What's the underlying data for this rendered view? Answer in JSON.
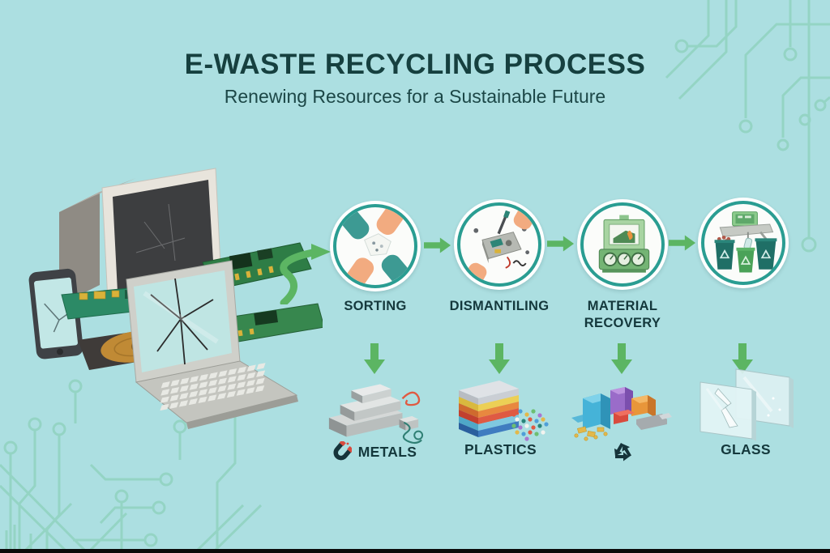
{
  "header": {
    "title": "E-WASTE RECYCLING PROCESS",
    "subtitle": "Renewing Resources for a Sustainable Future"
  },
  "process": {
    "steps": [
      {
        "label": "SORTING",
        "icon": "sorting-hands-icon"
      },
      {
        "label": "DISMANTILING",
        "icon": "dismantling-parts-icon"
      },
      {
        "label": "MATERIAL RECOVERY",
        "icon": "recovery-machine-icon"
      },
      {
        "label": "",
        "icon": "recycling-bins-icon"
      }
    ],
    "flow_arrow_icon": "flow-arrow-icon"
  },
  "outputs": [
    {
      "label": "METALS",
      "badge_icon": "magnet-icon",
      "art_icon": "metal-ingots-illustration"
    },
    {
      "label": "PLASTICS",
      "badge_icon": "",
      "art_icon": "plastic-stack-pellets-illustration"
    },
    {
      "label": "",
      "badge_icon": "recycle-symbol-icon",
      "art_icon": "electronic-components-illustration"
    },
    {
      "label": "GLASS",
      "badge_icon": "",
      "art_icon": "glass-panes-illustration"
    }
  ],
  "scene": {
    "left_illustration_icon": "e-waste-pile-illustration",
    "curved_arrow_icon": "curved-flow-arrow-icon",
    "background_decoration_icon": "circuit-trace-decoration"
  },
  "colors": {
    "background": "#ACDFE1",
    "ring_teal": "#2A9D92",
    "arrow_green": "#5CB563",
    "text_dark": "#14383C",
    "trace_green": "#8FD2BE"
  }
}
